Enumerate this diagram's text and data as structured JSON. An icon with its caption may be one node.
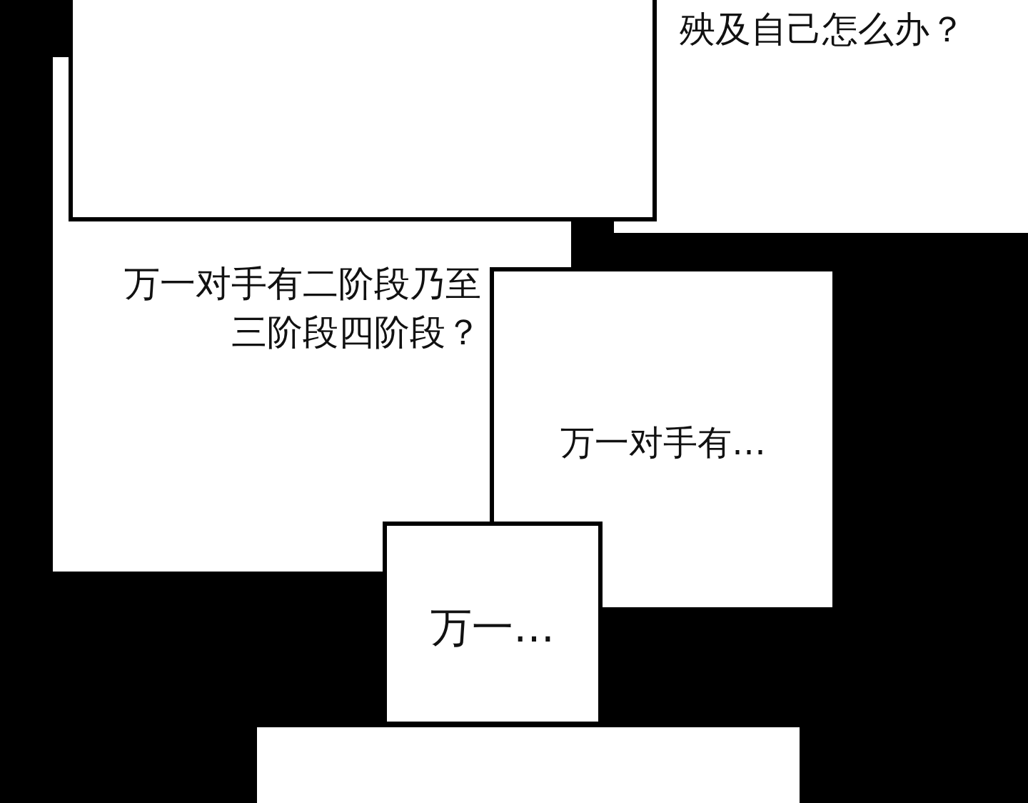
{
  "diagram": {
    "nodes": [
      {
        "text": [],
        "shape": "box"
      },
      {
        "text": [
          "殃及自己怎么办？"
        ]
      },
      {
        "text": [
          "万一对手有二阶段乃至三阶段四阶段？"
        ]
      },
      {
        "text": [
          "万一对手有…"
        ]
      },
      {
        "text": [
          "万一…"
        ]
      },
      {
        "text": [],
        "shape": "box"
      }
    ],
    "edges": []
  }
}
